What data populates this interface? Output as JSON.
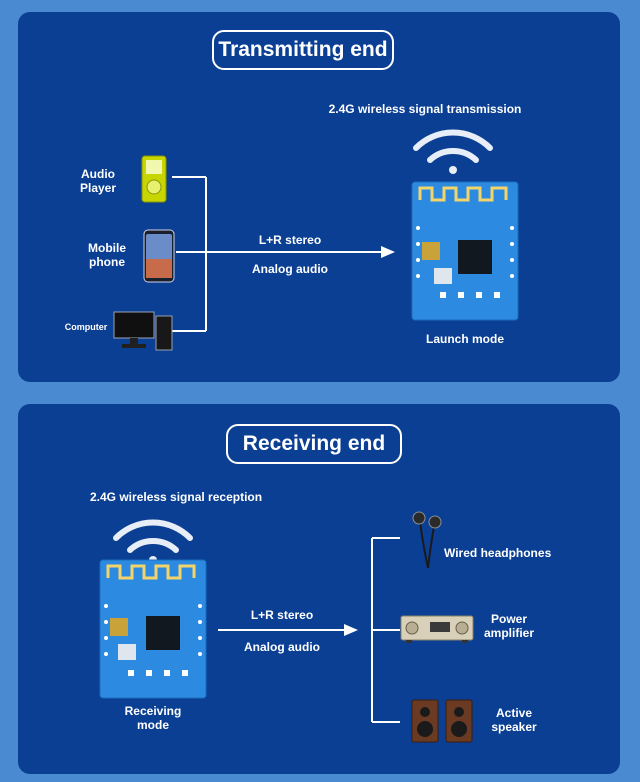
{
  "transmit": {
    "title": "Transmitting end",
    "signal_label": "2.4G wireless signal transmission",
    "sources": [
      {
        "label_line1": "Audio",
        "label_line2": "Player",
        "icon": "audio-player-icon"
      },
      {
        "label_line1": "Mobile",
        "label_line2": "phone",
        "icon": "mobile-phone-icon"
      },
      {
        "label_line1": "Computer",
        "label_line2": "",
        "icon": "computer-icon"
      }
    ],
    "arrow_label_1": "L+R stereo",
    "arrow_label_2": "Analog audio",
    "module_label": "Launch mode"
  },
  "receive": {
    "title": "Receiving end",
    "signal_label": "2.4G wireless signal reception",
    "arrow_label_1": "L+R stereo",
    "arrow_label_2": "Analog audio",
    "module_label_line1": "Receiving",
    "module_label_line2": "mode",
    "outputs": [
      {
        "label_line1": "Wired headphones",
        "label_line2": "",
        "icon": "headphones-icon"
      },
      {
        "label_line1": "Power",
        "label_line2": "amplifier",
        "icon": "amplifier-icon"
      },
      {
        "label_line1": "Active",
        "label_line2": "speaker",
        "icon": "speaker-icon"
      }
    ]
  },
  "colors": {
    "background": "#4a8ad0",
    "panel": "#0b3f93",
    "board": "#2c8be0",
    "text": "#ffffff"
  }
}
